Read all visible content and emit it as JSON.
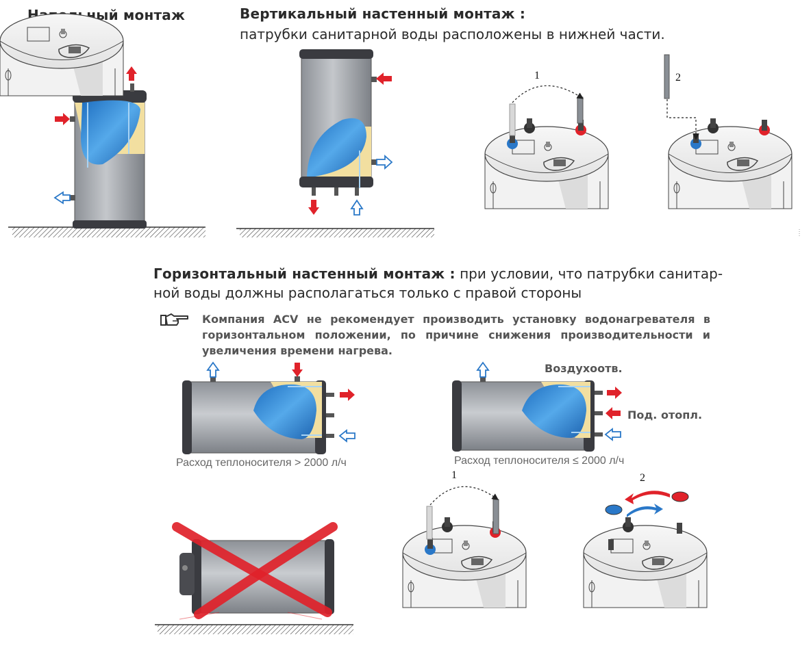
{
  "headings": {
    "floor": "Напольный монтаж",
    "vertical_title": "Вертикальный настенный монтаж :",
    "vertical_sub": "патрубки санитарной воды расположены в нижней части.",
    "horizontal_bold": "Горизонтальный настенный монтаж :",
    "horizontal_rest1": " при условии, что патрубки санитар-",
    "horizontal_rest2": "ной воды должны располагаться только с правой стороны"
  },
  "note": {
    "icon": "pointing-hand-icon",
    "text": "Компания ACV не рекомендует производить установку водонагревателя в горизонтальном положении, по причине снижения производительности и увеличения времени нагрева."
  },
  "captions": {
    "flow_high": "Расход теплоносителя > 2000 л/ч",
    "flow_low": "Расход теплоносителя ≤ 2000 л/ч"
  },
  "labels": {
    "air_vent": "Воздухоотв.",
    "heating_supply": "Под. отопл."
  },
  "steps": {
    "a1": "1",
    "a2": "2",
    "b1": "1",
    "b2": "2"
  },
  "colors": {
    "hot": "#e0222a",
    "cold": "#2a78c8",
    "tank": "#9a9ea4",
    "water": "#2f8ad6",
    "insulation": "#f2dfa0",
    "dark": "#3a3b40"
  }
}
